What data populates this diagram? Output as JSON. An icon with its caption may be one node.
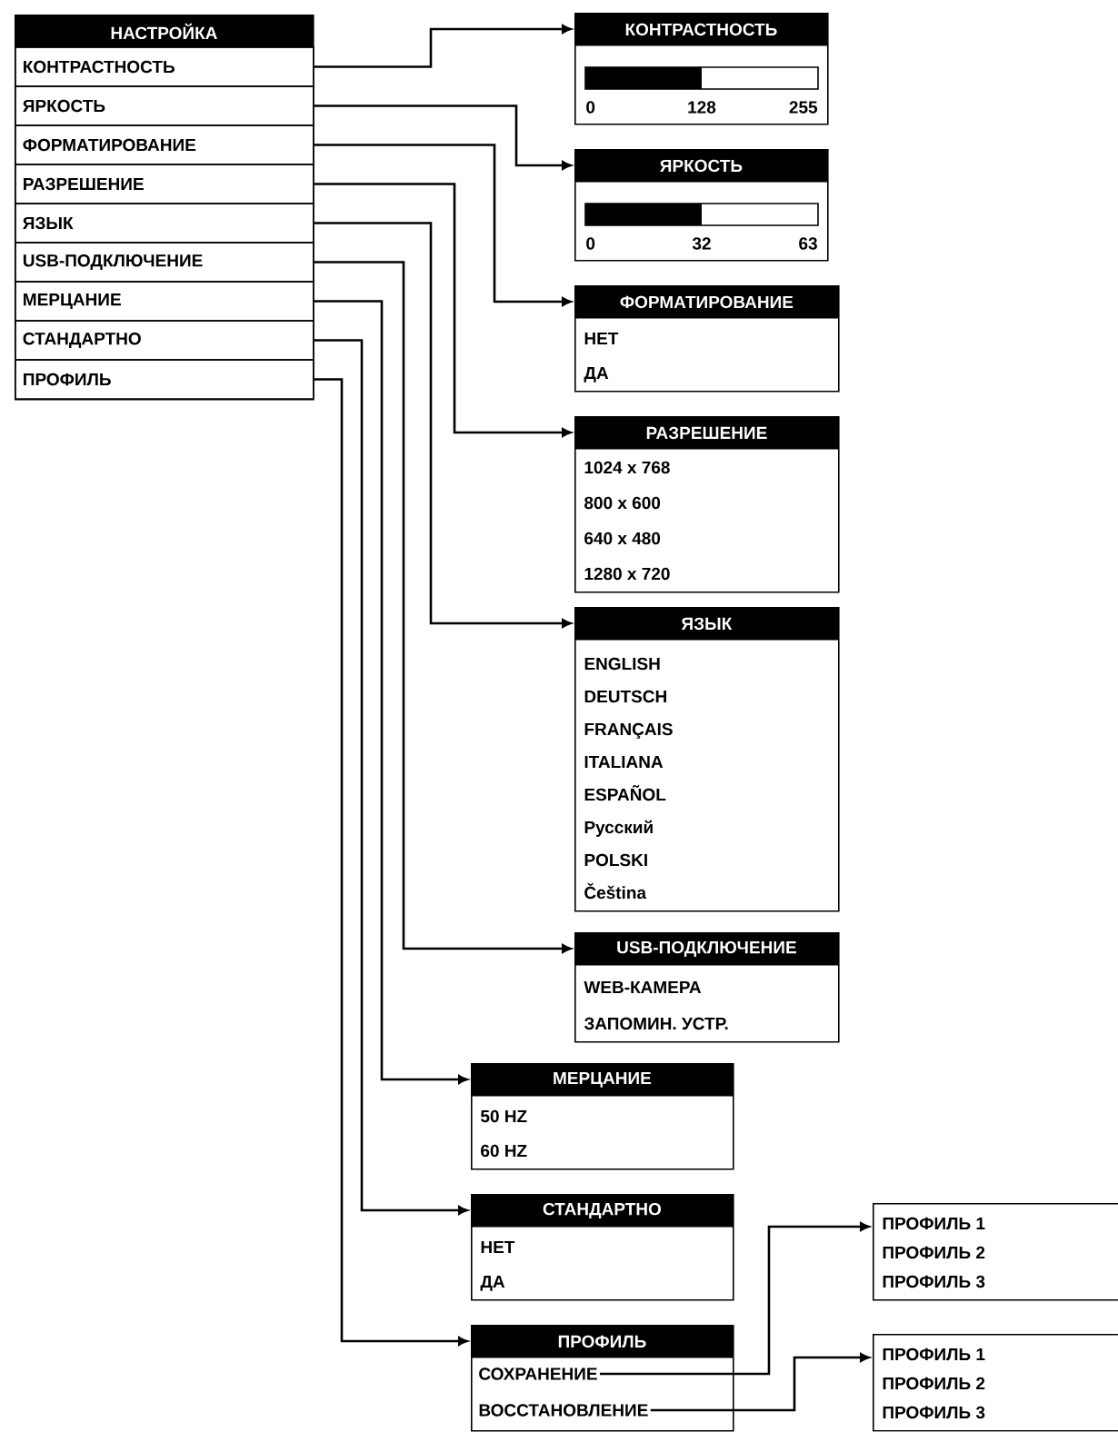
{
  "diagram": {
    "nodes": [
      {
        "text": [
          "НАСТРОЙКА"
        ]
      },
      {
        "text": [
          "КОНТРАСТНОСТЬ"
        ],
        "in": 0
      },
      {
        "text": [
          "ЯРКОСТЬ"
        ],
        "in": 0
      },
      {
        "text": [
          "ФОРМАТИРОВАНИЕ"
        ],
        "in": 0
      },
      {
        "text": [
          "РАЗРЕШЕНИЕ"
        ],
        "in": 0
      },
      {
        "text": [
          "ЯЗЫК"
        ],
        "in": 0
      },
      {
        "text": [
          "USB-ПОДКЛЮЧЕНИЕ"
        ],
        "in": 0
      },
      {
        "text": [
          "МЕРЦАНИЕ"
        ],
        "in": 0
      },
      {
        "text": [
          "СТАНДАРТНО"
        ],
        "in": 0
      },
      {
        "text": [
          "ПРОФИЛЬ"
        ],
        "in": 0
      },
      {
        "text": [
          "КОНТРАСТНОСТЬ",
          "0",
          "128",
          "255"
        ]
      },
      {
        "text": [
          "ЯРКОСТЬ",
          "0",
          "32",
          "63"
        ]
      },
      {
        "text": [
          "ФОРМАТИРОВАНИЕ",
          "НЕТ",
          "ДА"
        ]
      },
      {
        "text": [
          "РАЗРЕШЕНИЕ",
          "1024 x 768",
          "800 x 600",
          "640 x 480",
          "1280 x 720"
        ]
      },
      {
        "text": [
          "ЯЗЫК",
          "ENGLISH",
          "DEUTSCH",
          "FRANÇAIS",
          "ITALIANA",
          "ESPAÑOL",
          "Русский",
          "POLSKI",
          "Čeština"
        ]
      },
      {
        "text": [
          "USB-ПОДКЛЮЧЕНИЕ",
          "WEB-КАМЕРА",
          "ЗАПОМИН. УСТР."
        ]
      },
      {
        "text": [
          "МЕРЦАНИЕ",
          "50 HZ",
          "60 HZ"
        ]
      },
      {
        "text": [
          "СТАНДАРТНО",
          "НЕТ",
          "ДА"
        ]
      },
      {
        "text": [
          "ПРОФИЛЬ"
        ]
      },
      {
        "text": [
          "СОХРАНЕНИЕ"
        ],
        "in": 18
      },
      {
        "text": [
          "ВОССТАНОВЛЕНИЕ"
        ],
        "in": 18
      },
      {
        "text": [
          "ПРОФИЛЬ 1",
          "ПРОФИЛЬ 2",
          "ПРОФИЛЬ 3"
        ]
      },
      {
        "text": [
          "ПРОФИЛЬ 1",
          "ПРОФИЛЬ 2",
          "ПРОФИЛЬ 3"
        ]
      }
    ],
    "edges": [
      {
        "from": 1,
        "to": 10,
        "arrow": "to"
      },
      {
        "from": 2,
        "to": 11,
        "arrow": "to"
      },
      {
        "from": 3,
        "to": 12,
        "arrow": "to"
      },
      {
        "from": 4,
        "to": 13,
        "arrow": "to"
      },
      {
        "from": 5,
        "to": 14,
        "arrow": "to"
      },
      {
        "from": 6,
        "to": 15,
        "arrow": "to"
      },
      {
        "from": 7,
        "to": 16,
        "arrow": "to"
      },
      {
        "from": 8,
        "to": 17,
        "arrow": "to"
      },
      {
        "from": 9,
        "to": 18,
        "arrow": "to"
      },
      {
        "from": 19,
        "to": 21,
        "arrow": "to"
      },
      {
        "from": 20,
        "to": 22,
        "arrow": "to"
      }
    ]
  }
}
